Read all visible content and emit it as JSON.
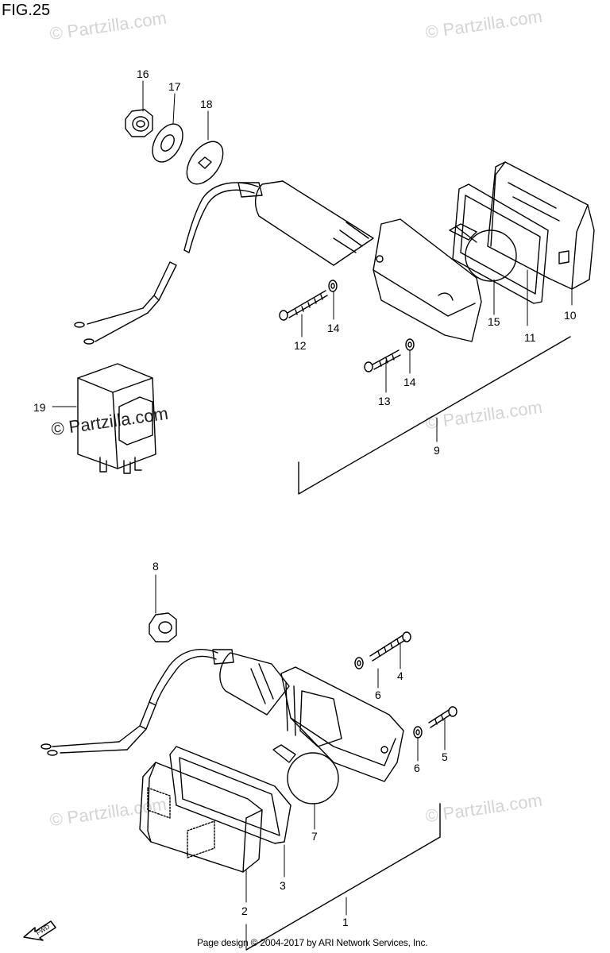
{
  "figure": {
    "title": "FIG.25"
  },
  "watermark": {
    "text": "© Partzilla.com"
  },
  "footer": {
    "text": "Page design © 2004-2017 by ARI Network Services, Inc."
  },
  "fwd": {
    "label": "FWD"
  },
  "callouts": [
    "1",
    "2",
    "3",
    "4",
    "5",
    "6",
    "6",
    "7",
    "8",
    "9",
    "10",
    "11",
    "12",
    "13",
    "14",
    "14",
    "15",
    "16",
    "17",
    "18",
    "19"
  ]
}
